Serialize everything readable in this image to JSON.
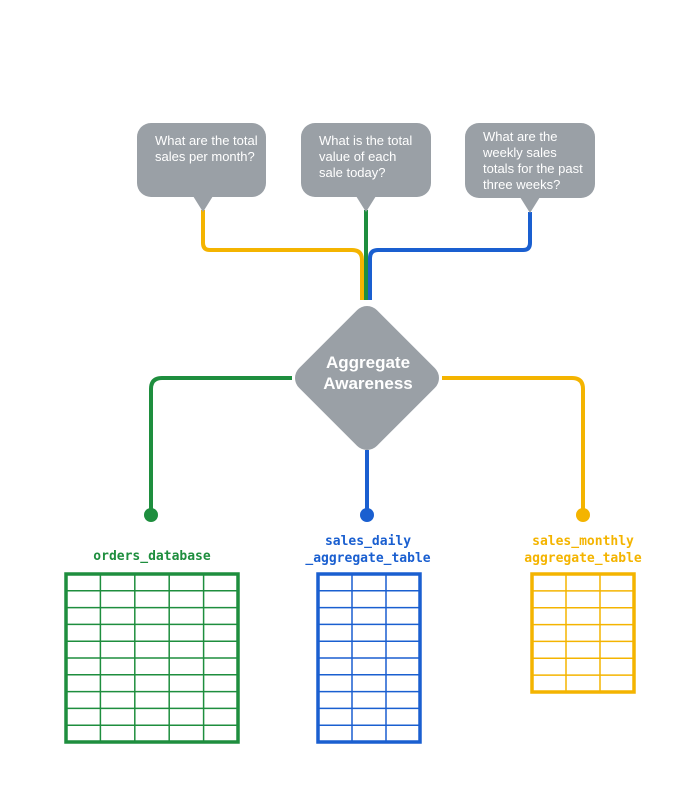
{
  "colors": {
    "green": "#1e8e3e",
    "blue": "#1a5fd0",
    "yellow": "#f4b400",
    "gray": "#9aa0a6"
  },
  "questions": [
    {
      "text": "What are the total sales per month?",
      "color": "yellow"
    },
    {
      "text": "What is the total value of each sale today?",
      "color": "green"
    },
    {
      "text": "What are the weekly sales totals for the past three weeks?",
      "color": "blue"
    }
  ],
  "hub": {
    "line1": "Aggregate",
    "line2": "Awareness"
  },
  "tables": [
    {
      "name": "orders_database",
      "color": "green"
    },
    {
      "name": "sales_daily\n_aggregate_table",
      "color": "blue"
    },
    {
      "name": "sales_monthly\naggregate_table",
      "color": "yellow"
    }
  ]
}
